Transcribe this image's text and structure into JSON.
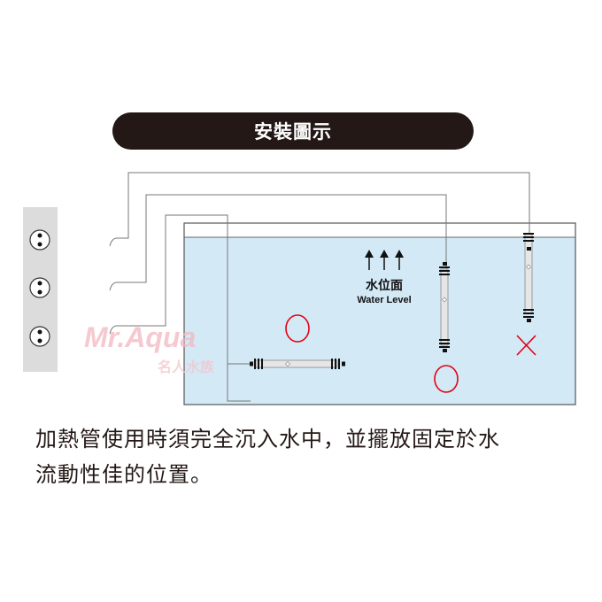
{
  "title": "安裝圖示",
  "water_level": {
    "zh": "水位面",
    "en": "Water Level"
  },
  "watermark": {
    "brand": "Mr.Aqua",
    "zh": "名人水族"
  },
  "marks": {
    "correct": "circle-mark",
    "wrong": "cross-mark"
  },
  "colors": {
    "water": "#d3e9f6",
    "mark": "#e60012",
    "pill": "#231815",
    "watermark": "#f2b8c0"
  },
  "caption": {
    "line1": "加熱管使用時須完全沉入水中，並擺放固定於水",
    "line2": "流動性佳的位置。"
  }
}
